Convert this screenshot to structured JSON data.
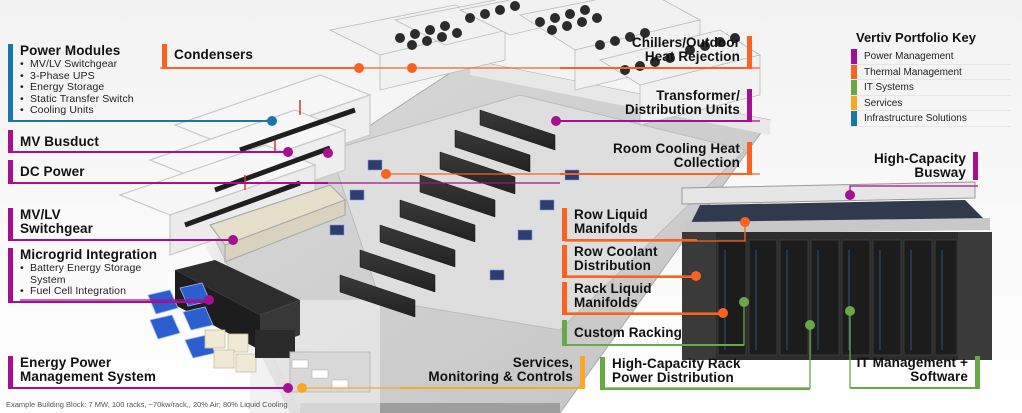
{
  "legend": {
    "title": "Vertiv Portfolio Key",
    "items": [
      {
        "label": "Power Management",
        "color": "#a4108f"
      },
      {
        "label": "Thermal Management",
        "color": "#fa6224"
      },
      {
        "label": "IT Systems",
        "color": "#68a845"
      },
      {
        "label": "Services",
        "color": "#f9a825"
      },
      {
        "label": "Infrastructure  Solutions",
        "color": "#1877a8"
      }
    ]
  },
  "callouts": {
    "power_modules": {
      "title": "Power Modules",
      "bullets": [
        "MV/LV Switchgear",
        "3-Phase UPS",
        "Energy Storage",
        "Static Transfer Switch",
        "Cooling Units"
      ],
      "category": "Infrastructure Solutions"
    },
    "condensers": {
      "title": "Condensers",
      "category": "Thermal Management"
    },
    "mv_busduct": {
      "title": "MV Busduct",
      "category": "Power Management"
    },
    "dc_power": {
      "title": "DC Power",
      "category": "Power Management"
    },
    "mvlv_switchgear": {
      "title_line1": "MV/LV",
      "title_line2": "Switchgear",
      "category": "Power Management"
    },
    "microgrid": {
      "title": "Microgrid Integration",
      "bullets": [
        "Battery Energy Storage System",
        "Fuel Cell Integration"
      ],
      "category": "Power Management"
    },
    "energy_power_mgmt": {
      "title_line1": "Energy Power",
      "title_line2": "Management System",
      "category": "Power Management"
    },
    "services": {
      "title_line1": "Services,",
      "title_line2": "Monitoring & Controls",
      "category": "Services"
    },
    "chillers": {
      "title_line1": "Chillers/Outdoor",
      "title_line2": "Heat Rejection",
      "category": "Thermal Management"
    },
    "transformer": {
      "title_line1": "Transformer/",
      "title_line2": "Distribution Units",
      "category": "Power Management"
    },
    "room_cooling": {
      "title_line1": "Room Cooling Heat",
      "title_line2": "Collection",
      "category": "Thermal Management"
    },
    "busway": {
      "title_line1": "High-Capacity",
      "title_line2": "Busway",
      "category": "Power Management"
    },
    "row_liquid": {
      "title_line1": "Row Liquid",
      "title_line2": "Manifolds",
      "category": "Thermal Management"
    },
    "row_coolant": {
      "title_line1": "Row Coolant",
      "title_line2": "Distribution",
      "category": "Thermal Management"
    },
    "rack_liquid": {
      "title_line1": "Rack Liquid",
      "title_line2": "Manifolds",
      "category": "Thermal Management"
    },
    "custom_racking": {
      "title": "Custom Racking",
      "category": "IT Systems"
    },
    "rack_pdu": {
      "title_line1": "High-Capacity Rack",
      "title_line2": "Power Distribution",
      "category": "IT Systems"
    },
    "it_mgmt": {
      "title_line1": "IT Management +",
      "title_line2": "Software",
      "category": "IT Systems"
    }
  },
  "footnote": "Example Building Block: 7 MW, 100 racks, ~70kw/rack,, 20% Air; 80% Liquid Cooling"
}
